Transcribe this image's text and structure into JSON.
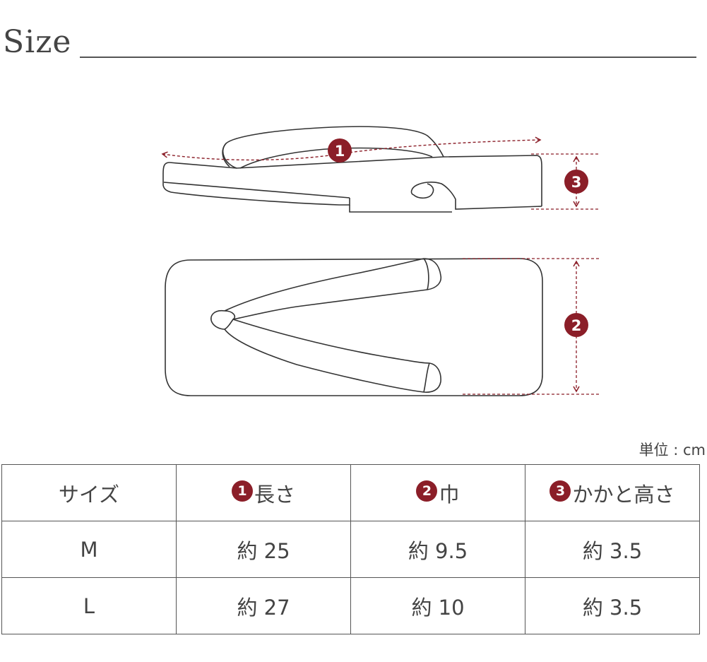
{
  "title": "Size",
  "unit_label": "単位 : cm",
  "markers": [
    "1",
    "2",
    "3"
  ],
  "colors": {
    "accent": "#8b1e28",
    "line": "#555555"
  },
  "table": {
    "headers": [
      {
        "badge": "",
        "label": "サイズ"
      },
      {
        "badge": "1",
        "label": "長さ"
      },
      {
        "badge": "2",
        "label": "巾"
      },
      {
        "badge": "3",
        "label": "かかと高さ"
      }
    ],
    "rows": [
      [
        "M",
        "約 25",
        "約 9.5",
        "約 3.5"
      ],
      [
        "L",
        "約 27",
        "約 10",
        "約 3.5"
      ]
    ]
  }
}
